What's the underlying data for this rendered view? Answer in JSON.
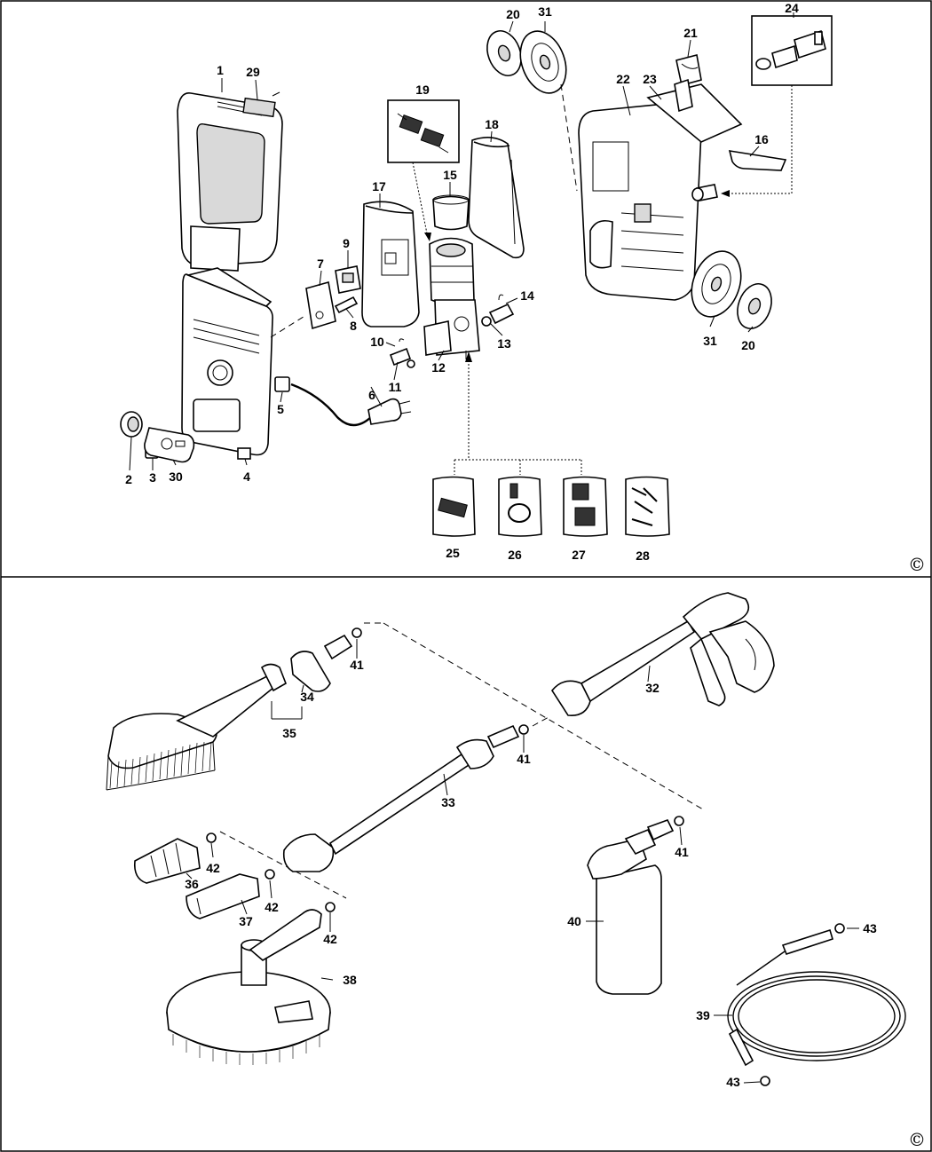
{
  "copyright_symbol": "©",
  "top_panel_labels": [
    "1",
    "29",
    "19",
    "20",
    "31",
    "21",
    "24",
    "22",
    "23",
    "16",
    "18",
    "15",
    "17",
    "9",
    "7",
    "14",
    "8",
    "10",
    "13",
    "11",
    "12",
    "6",
    "5",
    "31",
    "20",
    "2",
    "3",
    "30",
    "4",
    "25",
    "26",
    "27",
    "28"
  ],
  "bottom_panel_labels": [
    "41",
    "34",
    "35",
    "32",
    "41",
    "33",
    "41",
    "42",
    "36",
    "42",
    "37",
    "42",
    "40",
    "43",
    "38",
    "39",
    "43"
  ]
}
